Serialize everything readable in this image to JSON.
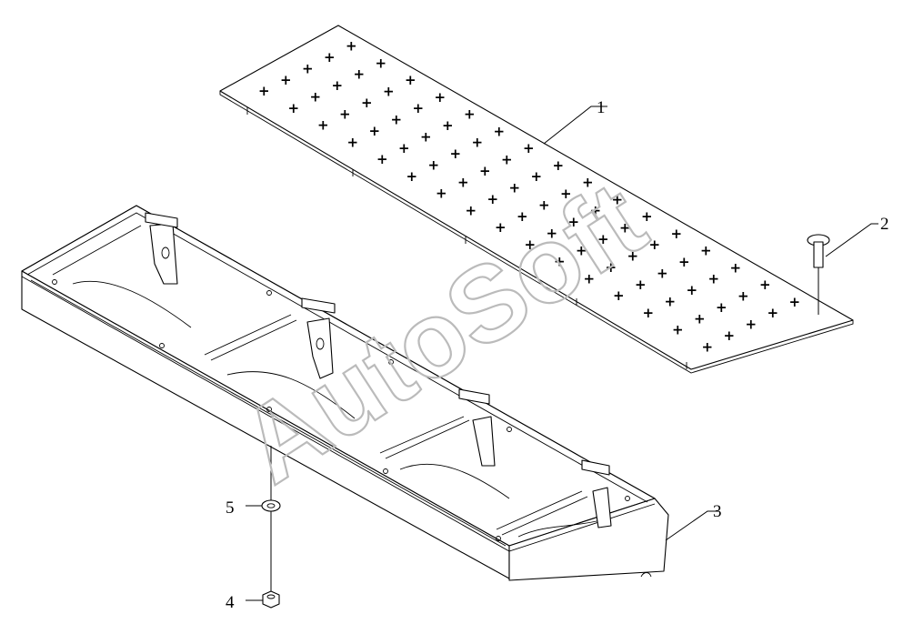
{
  "watermark": "AutoSoft",
  "callouts": [
    {
      "id": "1",
      "label": "1"
    },
    {
      "id": "2",
      "label": "2"
    },
    {
      "id": "3",
      "label": "3"
    },
    {
      "id": "4",
      "label": "4"
    },
    {
      "id": "5",
      "label": "5"
    }
  ],
  "plate_hole_glyph": "+",
  "colors": {
    "line": "#000000",
    "background": "#ffffff",
    "watermark": "#bbbbbb"
  }
}
